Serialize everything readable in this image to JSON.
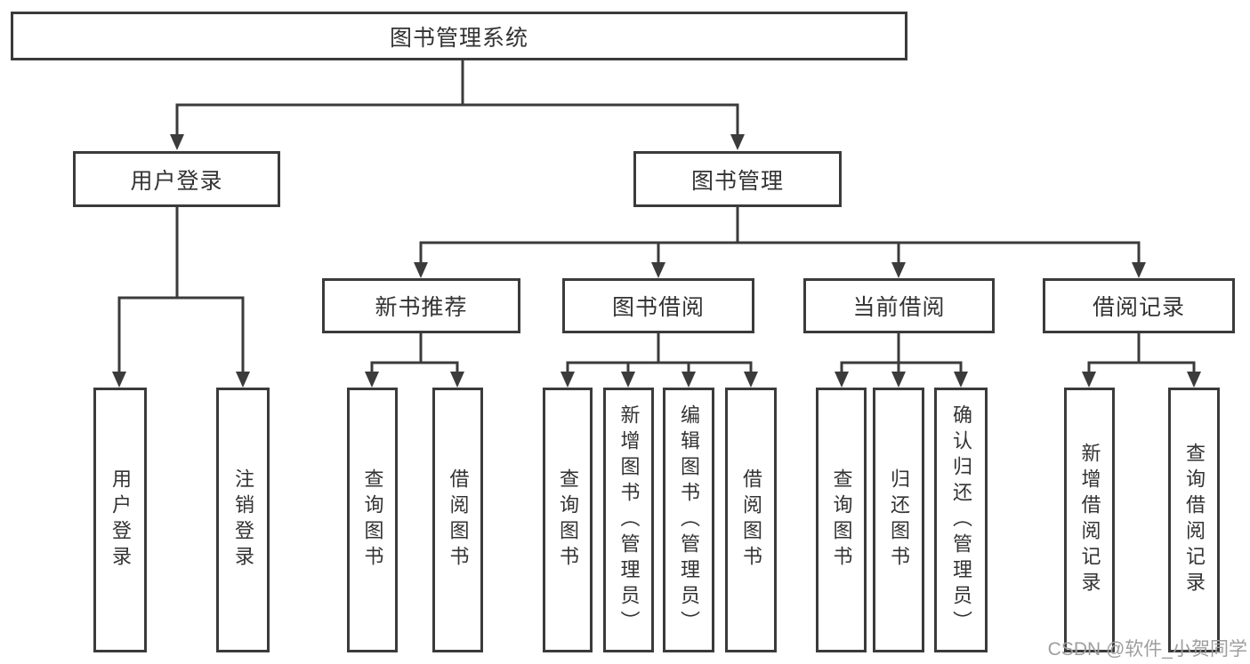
{
  "root": {
    "label": "图书管理系统"
  },
  "login": {
    "label": "用户登录",
    "children": [
      {
        "label": "用户登录"
      },
      {
        "label": "注销登录"
      }
    ]
  },
  "management": {
    "label": "图书管理",
    "groups": [
      {
        "label": "新书推荐",
        "children": [
          {
            "label": "查询图书"
          },
          {
            "label": "借阅图书"
          }
        ]
      },
      {
        "label": "图书借阅",
        "children": [
          {
            "label": "查询图书"
          },
          {
            "label": "新增图书（管理员）"
          },
          {
            "label": "编辑图书（管理员）"
          },
          {
            "label": "借阅图书"
          }
        ]
      },
      {
        "label": "当前借阅",
        "children": [
          {
            "label": "查询图书"
          },
          {
            "label": "归还图书"
          },
          {
            "label": "确认归还（管理员）"
          }
        ]
      },
      {
        "label": "借阅记录",
        "children": [
          {
            "label": "新增借阅记录"
          },
          {
            "label": "查询借阅记录"
          }
        ]
      }
    ]
  },
  "watermark": {
    "text": "CSDN @软件_小贺同学"
  },
  "colors": {
    "line": "#3b3b3b",
    "text": "#333333",
    "watermark": "#9e9e9e",
    "background": "#ffffff"
  }
}
